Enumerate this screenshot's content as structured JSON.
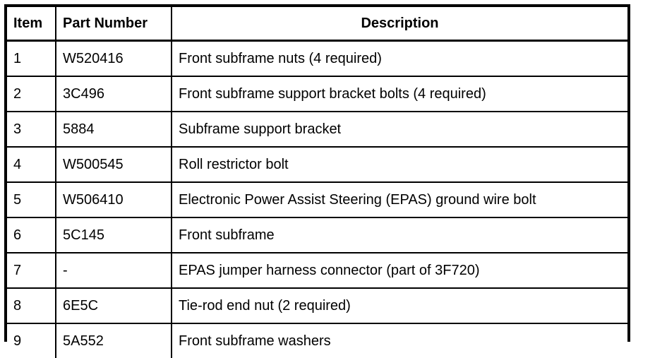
{
  "table": {
    "name": "front-subframe-parts-table",
    "columns": [
      {
        "key": "item",
        "label": "Item",
        "align": "left"
      },
      {
        "key": "part_number",
        "label": "Part Number",
        "align": "left"
      },
      {
        "key": "description",
        "label": "Description",
        "align": "center"
      }
    ],
    "rows": [
      {
        "item": "1",
        "part_number": "W520416",
        "description": "Front subframe nuts (4 required)"
      },
      {
        "item": "2",
        "part_number": "3C496",
        "description": "Front subframe support bracket bolts (4 required)"
      },
      {
        "item": "3",
        "part_number": "5884",
        "description": "Subframe support bracket"
      },
      {
        "item": "4",
        "part_number": "W500545",
        "description": "Roll restrictor bolt"
      },
      {
        "item": "5",
        "part_number": "W506410",
        "description": "Electronic Power Assist Steering (EPAS) ground wire bolt"
      },
      {
        "item": "6",
        "part_number": "5C145",
        "description": "Front subframe"
      },
      {
        "item": "7",
        "part_number": "-",
        "description": "EPAS jumper harness connector (part of 3F720)"
      },
      {
        "item": "8",
        "part_number": "6E5C",
        "description": "Tie-rod end nut (2 required)"
      },
      {
        "item": "9",
        "part_number": "5A552",
        "description": "Front subframe washers"
      }
    ]
  },
  "colors": {
    "background": "#ffffff",
    "text": "#000000",
    "border": "#000000"
  }
}
